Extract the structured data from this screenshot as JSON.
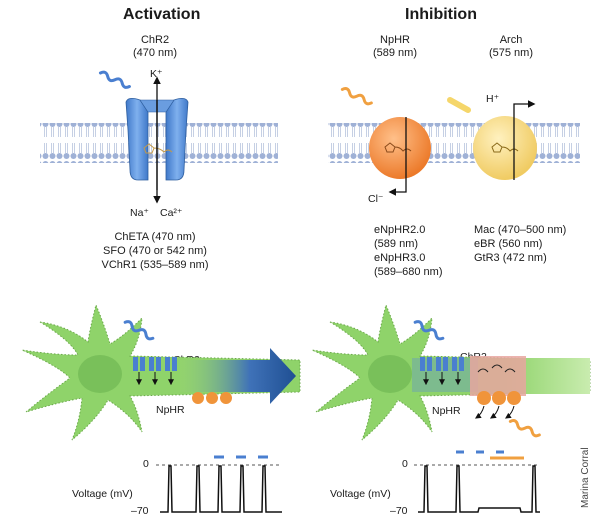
{
  "activation": {
    "title": "Activation",
    "opsin_name": "ChR2",
    "opsin_wavelength": "(470 nm)",
    "ion_in": "K⁺",
    "ion_out_1": "Na⁺",
    "ion_out_2": "Ca²⁺",
    "variants": [
      "ChETA (470 nm)",
      "SFO (470 or 542 nm)",
      "VChR1 (535–589 nm)"
    ]
  },
  "inhibition": {
    "title": "Inhibition",
    "pump1_name": "NpHR",
    "pump1_wavelength": "(589 nm)",
    "pump2_name": "Arch",
    "pump2_wavelength": "(575 nm)",
    "pump1_ion": "Cl⁻",
    "pump2_ion": "H⁺",
    "pump1_variants": [
      "eNpHR2.0",
      "(589 nm)",
      "eNpHR3.0",
      "(589–680 nm)"
    ],
    "pump2_variants": [
      "Mac (470–500 nm)",
      "eBR (560 nm)",
      "GtR3 (472 nm)"
    ]
  },
  "neurons": {
    "left_chr2": "ChR2",
    "left_nphr": "NpHR",
    "right_chr2": "ChR2",
    "right_nphr": "NpHR"
  },
  "traces": {
    "left_ylabel": "Voltage (mV)",
    "right_ylabel": "Voltage (mV)",
    "top_tick": "0",
    "bottom_tick": "–70",
    "top_tick_r": "0",
    "bottom_tick_r": "–70"
  },
  "credit": "Marina Corral",
  "colors": {
    "membrane": "#8fa3c9",
    "chr2": "#5b8fd6",
    "nphr": "#f08a3a",
    "arch": "#f4d77c",
    "neuron": "#8fd36a",
    "blue_light": "#4a7fd0",
    "yellow_light": "#f0b84a",
    "inhibit_box": "#e8a6a0"
  }
}
